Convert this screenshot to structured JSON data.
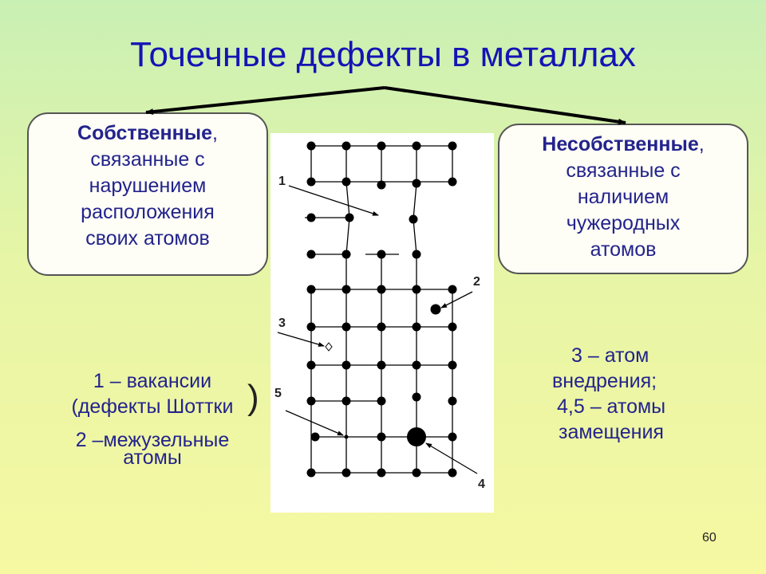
{
  "slide": {
    "title": "Точечные дефекты в металлах",
    "page_number": "60"
  },
  "left_box": {
    "lead": "Собственные",
    "comma": ",",
    "lines": [
      "связанные с",
      "нарушением",
      "расположения",
      "своих атомов"
    ]
  },
  "right_box": {
    "lead": "Несобственные",
    "comma": ",",
    "lines": [
      "связанные с",
      "наличием",
      "чужеродных",
      "атомов"
    ]
  },
  "legend_left": {
    "line1": "1 – вакансии",
    "line2": "(дефекты Шоттки",
    "paren": ")",
    "line3": "2 –межузельные",
    "line4": "атомы"
  },
  "legend_right": {
    "line1": "3 – атом",
    "line2": "внедрения;",
    "line3": "4,5 – атомы",
    "line4": "замещения"
  },
  "labels": {
    "l1": "1",
    "l2": "2",
    "l3": "3",
    "l4": "4",
    "l5": "5"
  },
  "colors": {
    "title": "#1414b4",
    "text": "#23238c",
    "atom": "#000000"
  }
}
